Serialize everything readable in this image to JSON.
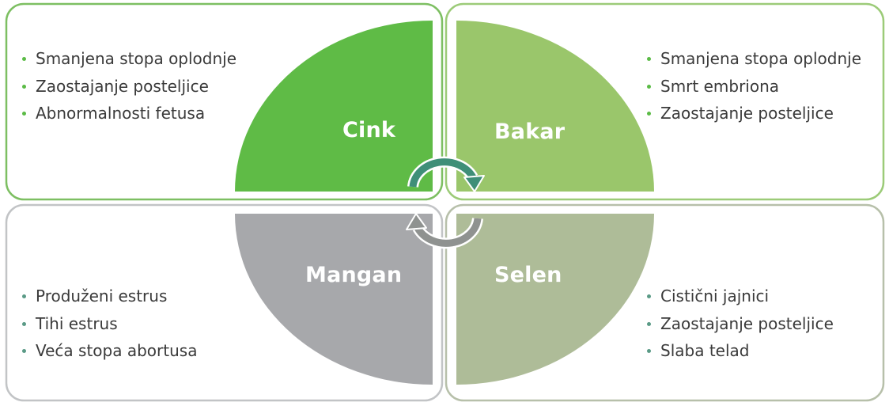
{
  "quadrants": {
    "cink": {
      "title": "Cink",
      "items": [
        "Smanjena stopa oplodnje",
        "Zaostajanje posteljice",
        "Abnormalnosti fetusa"
      ]
    },
    "bakar": {
      "title": "Bakar",
      "items": [
        "Smanjena stopa oplodnje",
        "Smrt embriona",
        "Zaostajanje posteljice"
      ]
    },
    "mangan": {
      "title": "Mangan",
      "items": [
        "Produženi estrus",
        "Tihi estrus",
        "Veća stopa abortusa"
      ]
    },
    "selen": {
      "title": "Selen",
      "items": [
        "Cistični jajnici",
        "Zaostajanje posteljice",
        "Slaba telad"
      ]
    }
  },
  "colors": {
    "cink": "#5fbb46",
    "bakar": "#9ac66b",
    "mangan": "#a7a8ab",
    "selen": "#aebc98",
    "frame_top": "#7dbf62",
    "frame_bottom": "#b7c0aa",
    "arrow_top": "#3f8f78",
    "arrow_bottom": "#8f9290"
  },
  "icons": [
    "curved-arrow-right-icon",
    "curved-arrow-left-icon"
  ]
}
